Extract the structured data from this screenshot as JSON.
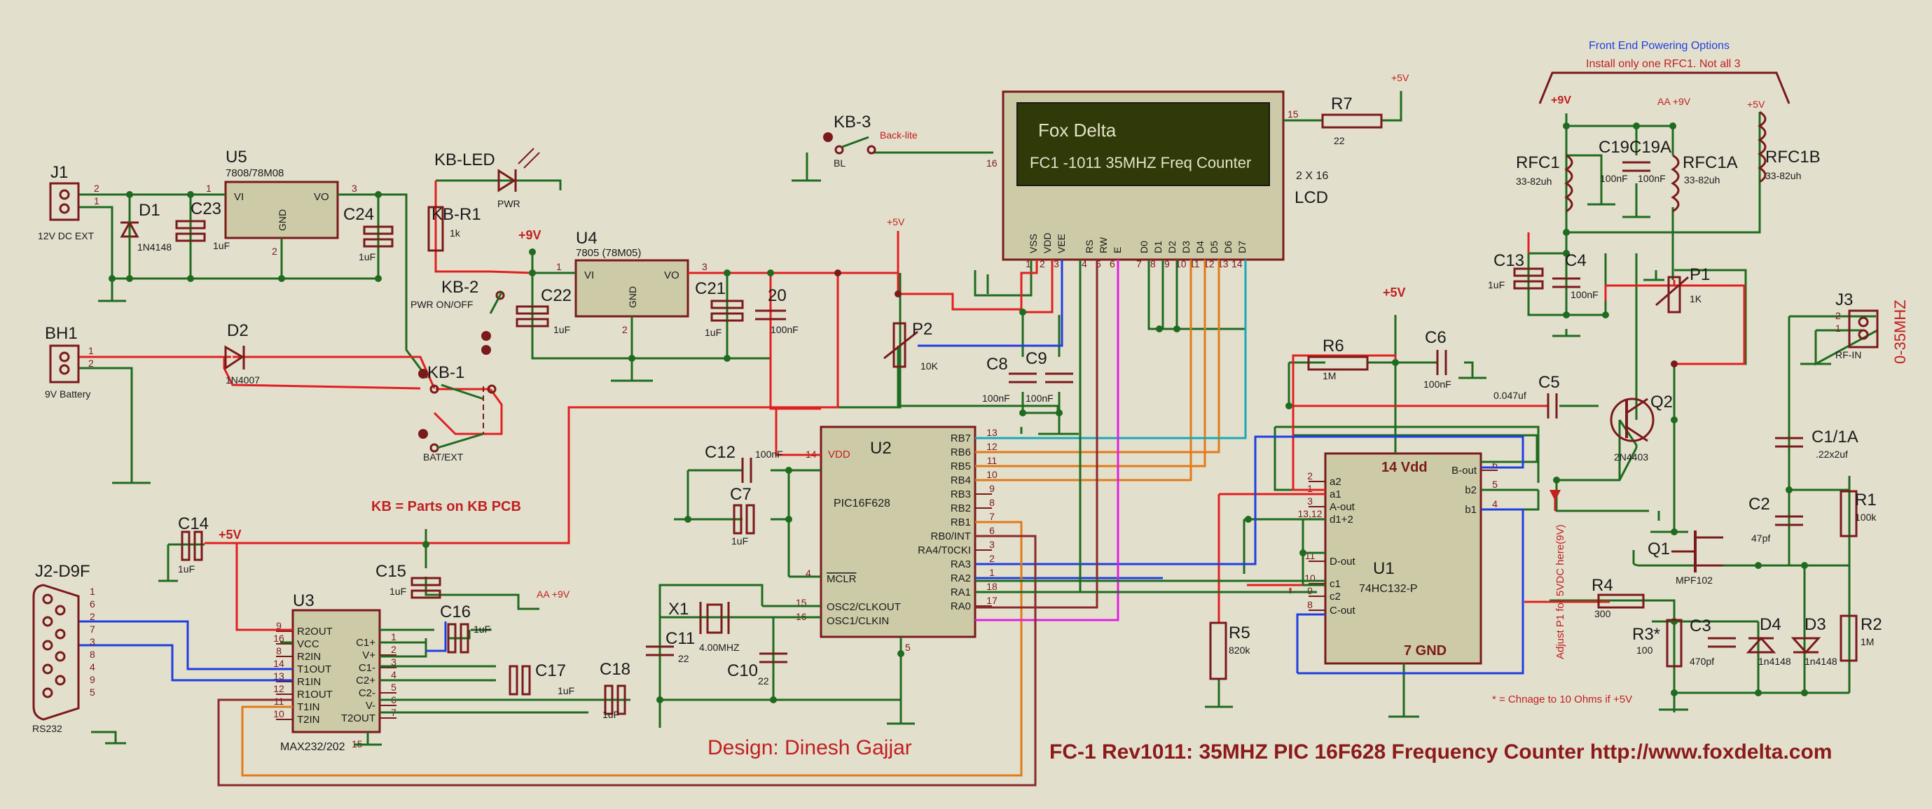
{
  "title_block": {
    "main": "FC-1  Rev1011: 35MHZ PIC 16F628 Frequency Counter http://www.foxdelta.com",
    "designer": "Design: Dinesh Gajjar",
    "kb_note": "KB =  Parts on KB PCB"
  },
  "front_end_note": {
    "line1": "Front End Powering Options",
    "line2": "Install only one RFC1. Not all 3"
  },
  "lcd": {
    "line1": "Fox Delta",
    "line2": "FC1 -1011 35MHZ Freq Counter",
    "size": "2 X 16",
    "name": "LCD",
    "pins": [
      "VSS",
      "VDD",
      "VEE",
      "RS",
      "RW",
      "E",
      "D0",
      "D1",
      "D2",
      "D3",
      "D4",
      "D5",
      "D6",
      "D7"
    ],
    "pin_numbers": [
      "1",
      "2",
      "3",
      "4",
      "5",
      "6",
      "7",
      "8",
      "9",
      "10",
      "11",
      "12",
      "13",
      "14"
    ],
    "pin15": "15",
    "pin16": "16"
  },
  "u2": {
    "ref": "U2",
    "part": "PIC16F628",
    "left_pins": [
      {
        "num": "14",
        "name": "VDD"
      },
      {
        "num": "4",
        "name": "MCLR"
      },
      {
        "num": "15",
        "name": "OSC2/CLKOUT"
      },
      {
        "num": "16",
        "name": "OSC1/CLKIN"
      }
    ],
    "right_pins": [
      {
        "num": "13",
        "name": "RB7"
      },
      {
        "num": "12",
        "name": "RB6"
      },
      {
        "num": "11",
        "name": "RB5"
      },
      {
        "num": "10",
        "name": "RB4"
      },
      {
        "num": "9",
        "name": "RB3"
      },
      {
        "num": "8",
        "name": "RB2"
      },
      {
        "num": "7",
        "name": "RB1"
      },
      {
        "num": "6",
        "name": "RB0/INT"
      },
      {
        "num": "3",
        "name": "RA4/T0CKI"
      },
      {
        "num": "2",
        "name": "RA3"
      },
      {
        "num": "1",
        "name": "RA2"
      },
      {
        "num": "18",
        "name": "RA1"
      },
      {
        "num": "17",
        "name": "RA0"
      }
    ],
    "bottom_pin": "5"
  },
  "u1": {
    "ref": "U1",
    "part": "74HC132-P",
    "vdd": "14 Vdd",
    "gnd": "7 GND",
    "left_pins": [
      {
        "num": "2",
        "name": "a2"
      },
      {
        "num": "1",
        "name": "a1"
      },
      {
        "num": "3",
        "name": "A-out"
      },
      {
        "num": "13,12",
        "name": "d1+2"
      },
      {
        "num": "11",
        "name": "D-out"
      },
      {
        "num": "10",
        "name": "c1"
      },
      {
        "num": "9",
        "name": "c2"
      },
      {
        "num": "8",
        "name": "C-out"
      }
    ],
    "right_pins": [
      {
        "num": "6",
        "name": "B-out"
      },
      {
        "num": "5",
        "name": "b2"
      },
      {
        "num": "4",
        "name": "b1"
      }
    ]
  },
  "u3": {
    "ref": "U3",
    "part": "MAX232/202",
    "left_pins": [
      {
        "num": "9",
        "name": "R2OUT"
      },
      {
        "num": "16",
        "name": "VCC"
      },
      {
        "num": "8",
        "name": "R2IN"
      },
      {
        "num": "14",
        "name": "T1OUT"
      },
      {
        "num": "13",
        "name": "R1IN"
      },
      {
        "num": "12",
        "name": "R1OUT"
      },
      {
        "num": "11",
        "name": "T1IN"
      },
      {
        "num": "10",
        "name": "T2IN"
      }
    ],
    "right_pins": [
      {
        "num": "1",
        "name": "C1+"
      },
      {
        "num": "2",
        "name": "V+"
      },
      {
        "num": "3",
        "name": "C1-"
      },
      {
        "num": "4",
        "name": "C2+"
      },
      {
        "num": "5",
        "name": "C2-"
      },
      {
        "num": "6",
        "name": "V-"
      },
      {
        "num": "7",
        "name": "T2OUT"
      }
    ],
    "bottom_pin": "15"
  },
  "u4": {
    "ref": "U4",
    "part": "7805 (78M05)",
    "vi": "VI",
    "vo": "VO",
    "gnd": "GND",
    "p1": "1",
    "p2": "2",
    "p3": "3"
  },
  "u5": {
    "ref": "U5",
    "part": "7808/78M08",
    "vi": "VI",
    "vo": "VO",
    "gnd": "GND",
    "p1": "1",
    "p2": "2",
    "p3": "3"
  },
  "connectors": {
    "j1": {
      "ref": "J1",
      "label": "12V DC EXT",
      "p1": "1",
      "p2": "2"
    },
    "bh1": {
      "ref": "BH1",
      "label": "9V Battery",
      "p1": "1",
      "p2": "2"
    },
    "j2": {
      "ref": "J2-D9F",
      "label": "RS232",
      "pins": [
        "1",
        "6",
        "2",
        "7",
        "3",
        "8",
        "4",
        "9",
        "5"
      ]
    },
    "j3": {
      "ref": "J3",
      "label": "RF-IN",
      "range": "0-35MHZ",
      "p1": "1",
      "p2": "2"
    }
  },
  "switches": {
    "kb1": "KB-1",
    "kb2": "KB-2",
    "kb2_label": "PWR ON/OFF",
    "kb3": "KB-3",
    "kb3_label": "Back-lite",
    "bl": "BL",
    "bat_ext": "BAT/EXT"
  },
  "kb_led": {
    "ref": "KB-LED",
    "label": "PWR"
  },
  "kb_r1": {
    "ref": "KB-R1",
    "value": "1k"
  },
  "diodes": {
    "d1": {
      "ref": "D1",
      "value": "1N4148"
    },
    "d2": {
      "ref": "D2",
      "value": "1N4007"
    },
    "d3": {
      "ref": "D3",
      "value": "1n4148"
    },
    "d4": {
      "ref": "D4",
      "value": "1n4148"
    }
  },
  "caps": {
    "c23": {
      "ref": "C23",
      "value": "1uF"
    },
    "c24": {
      "ref": "C24",
      "value": "1uF"
    },
    "c22": {
      "ref": "C22",
      "value": "1uF"
    },
    "c21": {
      "ref": "C21",
      "value": "1uF"
    },
    "c20": {
      "ref": "20",
      "value": "100nF"
    },
    "c8": {
      "ref": "C8",
      "value": "100nF"
    },
    "c9": {
      "ref": "C9",
      "value": "100nF"
    },
    "c12": {
      "ref": "C12",
      "value": "100nF"
    },
    "c7": {
      "ref": "C7",
      "value": "1uF"
    },
    "c11": {
      "ref": "C11",
      "value": "22"
    },
    "c10": {
      "ref": "C10",
      "value": "22"
    },
    "c14": {
      "ref": "C14",
      "value": "1uF"
    },
    "c15": {
      "ref": "C15",
      "value": "1uF"
    },
    "c16": {
      "ref": "C16",
      "value": "1uF"
    },
    "c17": {
      "ref": "C17",
      "value": "1uF"
    },
    "c18": {
      "ref": "C18",
      "value": "1uF"
    },
    "c6": {
      "ref": "C6",
      "value": "100nF"
    },
    "c5": {
      "ref": "C5",
      "value": "0.047uf"
    },
    "c13": {
      "ref": "C13",
      "value": "1uF"
    },
    "c4": {
      "ref": "C4",
      "value": "100nF"
    },
    "c19": {
      "ref": "C19",
      "value": "100nF"
    },
    "c19a": {
      "ref": "C19A",
      "value": "100nF"
    },
    "c1": {
      "ref": "C1/1A",
      "value": ".22x2uf"
    },
    "c2": {
      "ref": "C2",
      "value": "47pf"
    },
    "c3": {
      "ref": "C3",
      "value": "470pf"
    }
  },
  "resistors": {
    "r7": {
      "ref": "R7",
      "value": "22"
    },
    "p2": {
      "ref": "P2",
      "value": "10K"
    },
    "r6": {
      "ref": "R6",
      "value": "1M"
    },
    "r5": {
      "ref": "R5",
      "value": "820k"
    },
    "p1": {
      "ref": "P1",
      "value": "1K"
    },
    "r1": {
      "ref": "R1",
      "value": "100k"
    },
    "r2": {
      "ref": "R2",
      "value": "1M"
    },
    "r4": {
      "ref": "R4",
      "value": "300"
    },
    "r3": {
      "ref": "R3*",
      "value": "100"
    }
  },
  "inductors": {
    "rfc1": {
      "ref": "RFC1",
      "value": "33-82uh"
    },
    "rfc1a": {
      "ref": "RFC1A",
      "value": "33-82uh"
    },
    "rfc1b": {
      "ref": "RFC1B",
      "value": "33-82uh"
    }
  },
  "transistors": {
    "q1": {
      "ref": "Q1",
      "value": "MPF102"
    },
    "q2": {
      "ref": "Q2",
      "value": "2N4403"
    }
  },
  "crystal": {
    "ref": "X1",
    "value": "4.00MHZ"
  },
  "rails": {
    "p9v": "+9V",
    "p5v": "+5V",
    "aa9v": "AA +9V"
  },
  "notes": {
    "adjust": "Adjust P1 for 5VDC here(9V)",
    "r3_note": "* = Chnage to 10 Ohms if +5V"
  }
}
